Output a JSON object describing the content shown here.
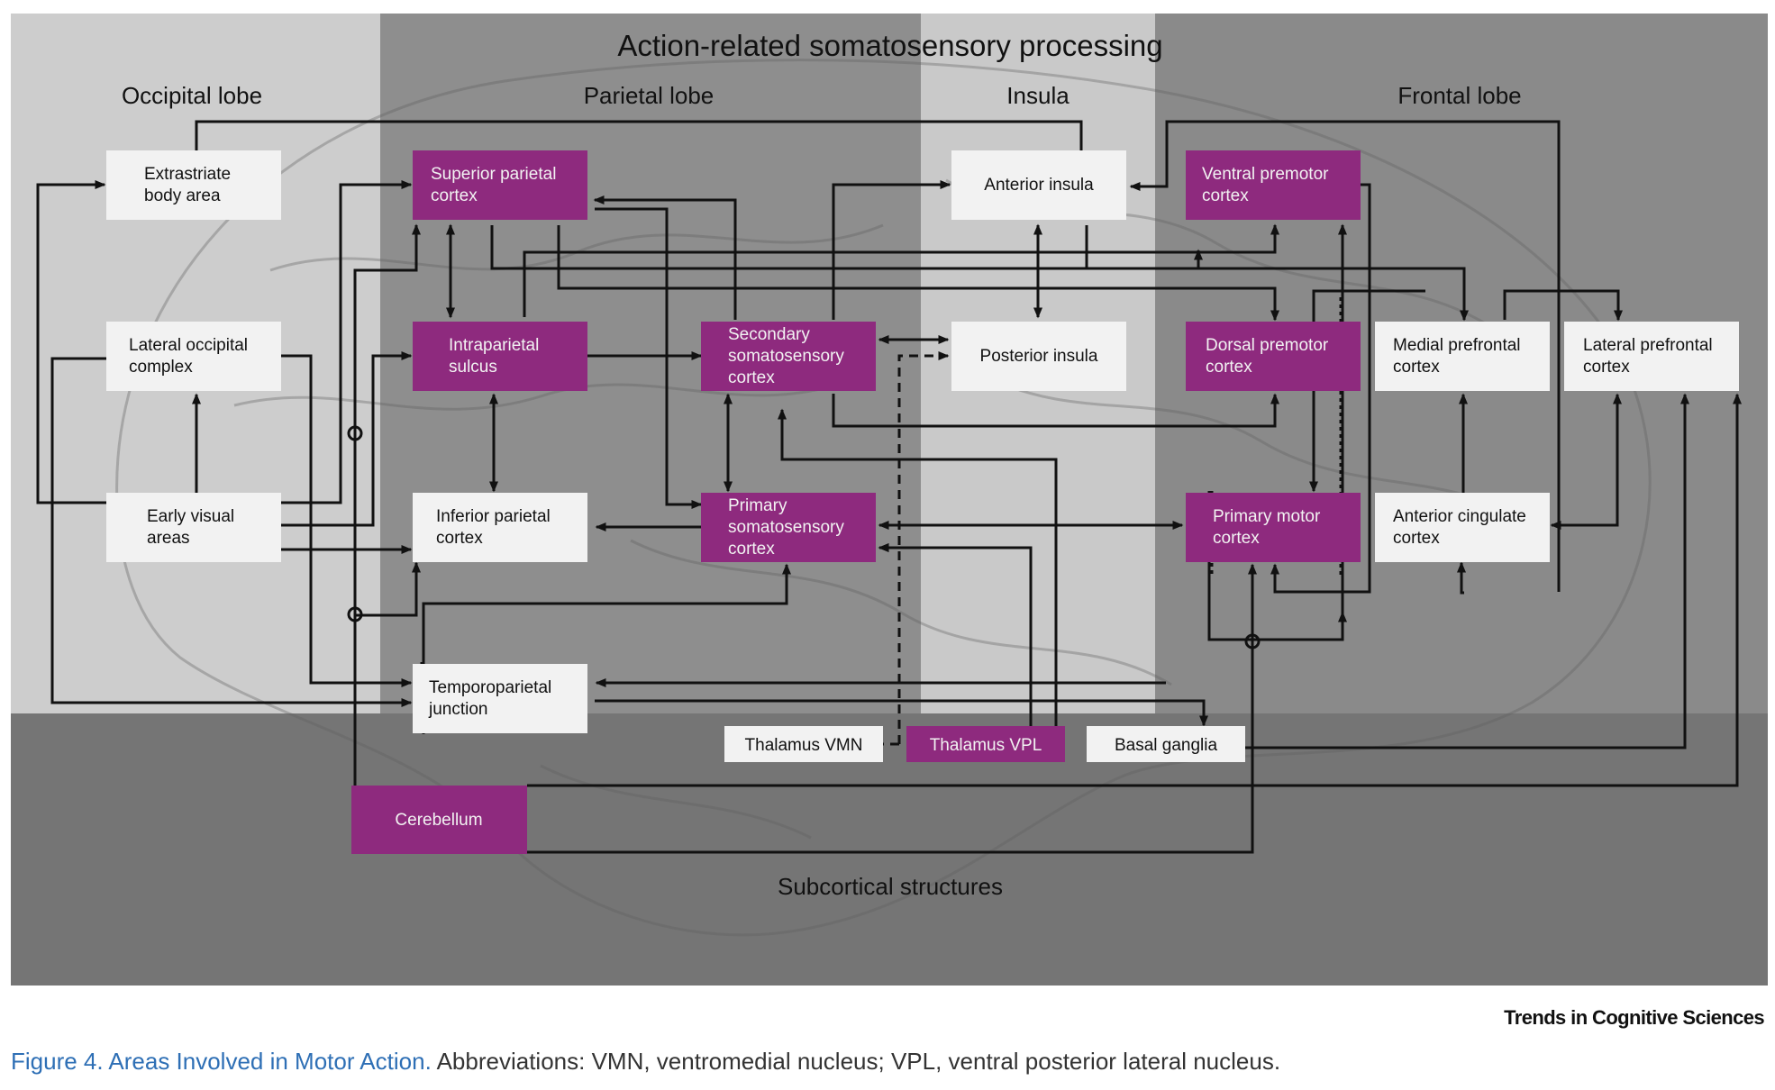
{
  "title": "Action-related somatosensory processing",
  "regions": {
    "occipital": "Occipital lobe",
    "parietal": "Parietal lobe",
    "insula": "Insula",
    "frontal": "Frontal lobe",
    "subcortical": "Subcortical structures"
  },
  "nodes": {
    "eba": [
      "Extrastriate",
      "body area"
    ],
    "loc": [
      "Lateral occipital",
      "complex"
    ],
    "eva": [
      "Early visual",
      "areas"
    ],
    "spc": [
      "Superior parietal",
      "cortex"
    ],
    "ips": [
      "Intraparietal",
      "sulcus"
    ],
    "ipc": [
      "Inferior parietal",
      "cortex"
    ],
    "tpj": [
      "Temporoparietal",
      "junction"
    ],
    "s2": [
      "Secondary",
      "somatosensory",
      "cortex"
    ],
    "s1": [
      "Primary",
      "somatosensory",
      "cortex"
    ],
    "ai": [
      "Anterior insula"
    ],
    "pi": [
      "Posterior insula"
    ],
    "vpm": [
      "Ventral premotor",
      "cortex"
    ],
    "dpm": [
      "Dorsal premotor",
      "cortex"
    ],
    "m1": [
      "Primary motor",
      "cortex"
    ],
    "mpfc": [
      "Medial prefrontal",
      "cortex"
    ],
    "lpfc": [
      "Lateral prefrontal",
      "cortex"
    ],
    "acc": [
      "Anterior cingulate",
      "cortex"
    ],
    "vmn": [
      "Thalamus VMN"
    ],
    "vpl": [
      "Thalamus VPL"
    ],
    "bg": [
      "Basal ganglia"
    ],
    "cb": [
      "Cerebellum"
    ]
  },
  "colors": {
    "purple_box": "#8e2a7e",
    "white_box": "#f2f2f2",
    "arrow": "#111111",
    "caption_blue": "#2e6fb5"
  },
  "brand": "Trends in Cognitive Sciences",
  "caption": {
    "figure": "Figure 4. Areas Involved in Motor Action.",
    "text": "Abbreviations: VMN, ventromedial nucleus; VPL, ventral posterior lateral nucleus."
  }
}
